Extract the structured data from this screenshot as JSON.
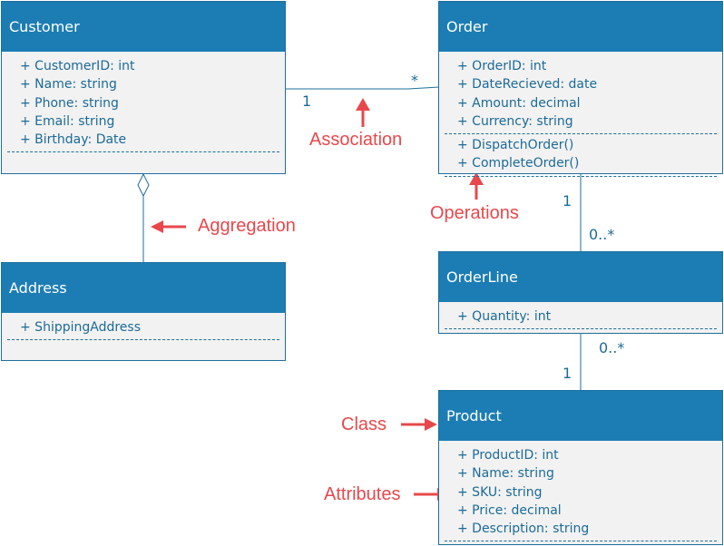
{
  "classes": {
    "customer": {
      "name": "Customer",
      "attributes": [
        "+ CustomerID: int",
        "+ Name: string",
        "+ Phone: string",
        "+ Email: string",
        "+ Birthday: Date"
      ],
      "operations": []
    },
    "order": {
      "name": "Order",
      "attributes": [
        "+ OrderID: int",
        "+ DateRecieved: date",
        "+ Amount: decimal",
        "+ Currency: string"
      ],
      "operations": [
        "+ DispatchOrder()",
        "+ CompleteOrder()"
      ]
    },
    "address": {
      "name": "Address",
      "attributes": [
        "+ ShippingAddress"
      ],
      "operations": []
    },
    "orderline": {
      "name": "OrderLine",
      "attributes": [
        "+ Quantity: int"
      ],
      "operations": []
    },
    "product": {
      "name": "Product",
      "attributes": [
        "+ ProductID: int",
        "+ Name: string",
        "+ SKU: string",
        "+ Price: decimal",
        "+ Description: string"
      ],
      "operations": []
    }
  },
  "multiplicities": {
    "customer_order_customer": "1",
    "customer_order_order": "*",
    "order_orderline_order": "1",
    "order_orderline_orderline": "0..*",
    "orderline_product_orderline": "0..*",
    "orderline_product_product": "1"
  },
  "annotations": {
    "association": "Association",
    "aggregation": "Aggregation",
    "operations": "Operations",
    "class": "Class",
    "attributes": "Attributes"
  },
  "colors": {
    "header": "#1c7db4",
    "border": "#1d6f9c",
    "body": "#f2f2f2",
    "text": "#1c6b98",
    "annotation": "#e8484b"
  }
}
